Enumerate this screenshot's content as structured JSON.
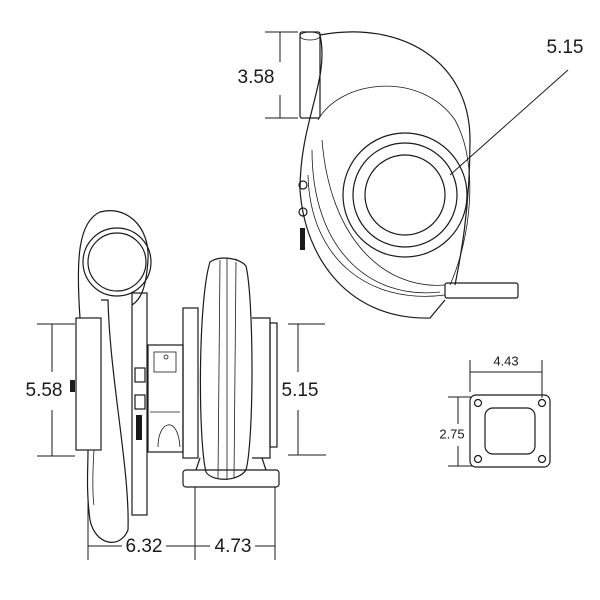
{
  "dimensions": {
    "compressor_outlet_height": "3.58",
    "compressor_inlet_diameter": "5.15",
    "side_turbine_height": "5.58",
    "side_compressor_inlet": "5.15",
    "turbine_width": "6.32",
    "compressor_width": "4.73",
    "flange_width": "4.43",
    "flange_height": "2.75"
  },
  "colors": {
    "line": "#1a1a1a",
    "background": "#ffffff"
  }
}
